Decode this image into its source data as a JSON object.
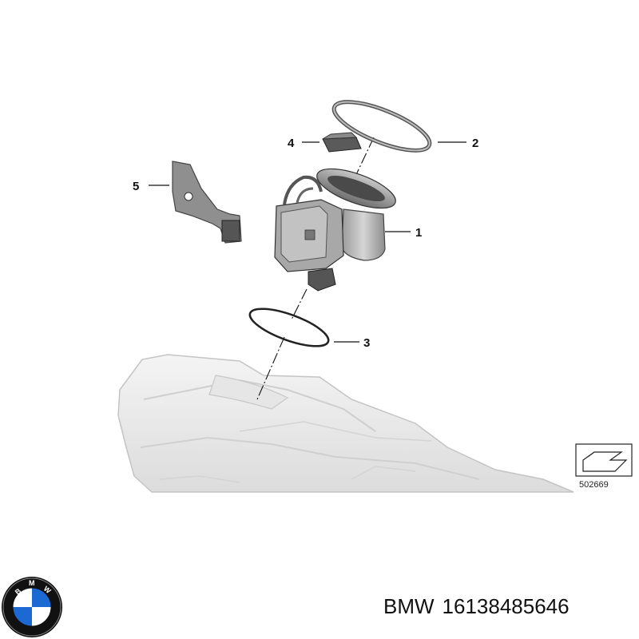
{
  "diagram": {
    "callouts": [
      {
        "label": "1"
      },
      {
        "label": "2"
      },
      {
        "label": "3"
      },
      {
        "label": "4"
      },
      {
        "label": "5"
      }
    ],
    "reference_number": "502669"
  },
  "logo": {
    "text": "BMW",
    "colors": {
      "blue": "#1c69d4",
      "black": "#111111",
      "white": "#ffffff"
    }
  },
  "caption": {
    "brand": "BMW",
    "part_number": "16138485646"
  }
}
